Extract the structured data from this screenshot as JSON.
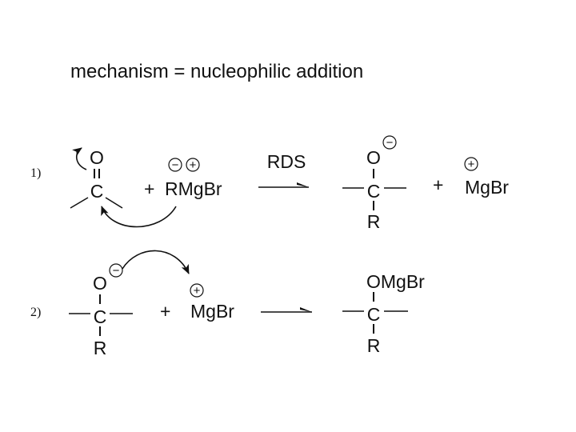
{
  "title": "mechanism = nucleophilic addition",
  "colors": {
    "ink": "#111111",
    "background": "#ffffff"
  },
  "steps": [
    {
      "number": "1)",
      "carbonyl": {
        "oxygen": "O",
        "carbon": "C"
      },
      "plus": "+",
      "reagent": {
        "formula": "RMg",
        "halide": "Br",
        "charges": [
          "−",
          "+"
        ]
      },
      "arrow_label": "RDS",
      "product": {
        "oxygen": "O",
        "oxygen_charge": "−",
        "carbon": "C",
        "substituent": "R"
      },
      "byproduct_plus": "+",
      "byproduct": {
        "formula": "MgBr",
        "charge": "+"
      }
    },
    {
      "number": "2)",
      "alkoxide": {
        "oxygen": "O",
        "oxygen_charge": "−",
        "carbon": "C",
        "substituent": "R"
      },
      "plus": "+",
      "cation": {
        "formula": "MgBr",
        "charge": "+"
      },
      "product": {
        "oxygen_group": "OMgBr",
        "carbon": "C",
        "substituent": "R"
      }
    }
  ]
}
